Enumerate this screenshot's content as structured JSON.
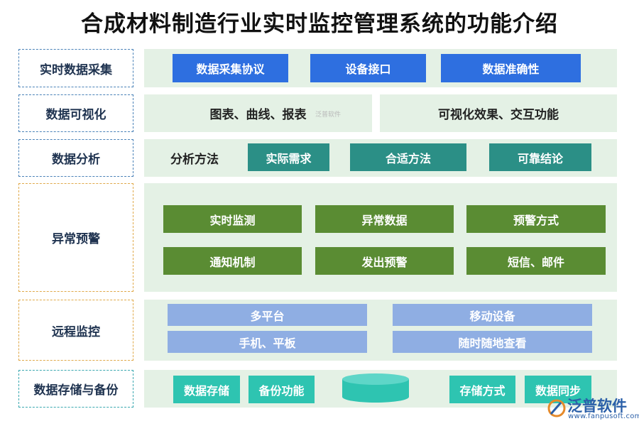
{
  "title": "合成材料制造行业实时监控管理系统的功能介绍",
  "rows": {
    "collect": {
      "label": "实时数据采集",
      "items": [
        "数据采集协议",
        "设备接口",
        "数据准确性"
      ]
    },
    "visual": {
      "label": "数据可视化",
      "items": [
        "图表、曲线、报表",
        "可视化效果、交互功能"
      ]
    },
    "analysis": {
      "label": "数据分析",
      "heading": "分析方法",
      "items": [
        "实际需求",
        "合适方法",
        "可靠结论"
      ]
    },
    "alarm": {
      "label": "异常预警",
      "items": [
        "实时监测",
        "异常数据",
        "预警方式",
        "通知机制",
        "发出预警",
        "短信、邮件"
      ]
    },
    "remote": {
      "label": "远程监控",
      "items": [
        "多平台",
        "移动设备",
        "手机、平板",
        "随时随地查看"
      ]
    },
    "storage": {
      "label": "数据存储与备份",
      "items": [
        "数据存储",
        "备份功能",
        "存储方式",
        "数据同步"
      ]
    }
  },
  "watermark": {
    "inline": "泛普软件",
    "brand": "泛普软件",
    "url": "www.fanpusoft.com"
  },
  "colors": {
    "panel_bg": "#e4f1e5",
    "blue": "#2e6fe0",
    "teal": "#2b8f86",
    "green": "#5a8c33",
    "lavender": "#8faee3",
    "mint": "#2ec4b1"
  }
}
